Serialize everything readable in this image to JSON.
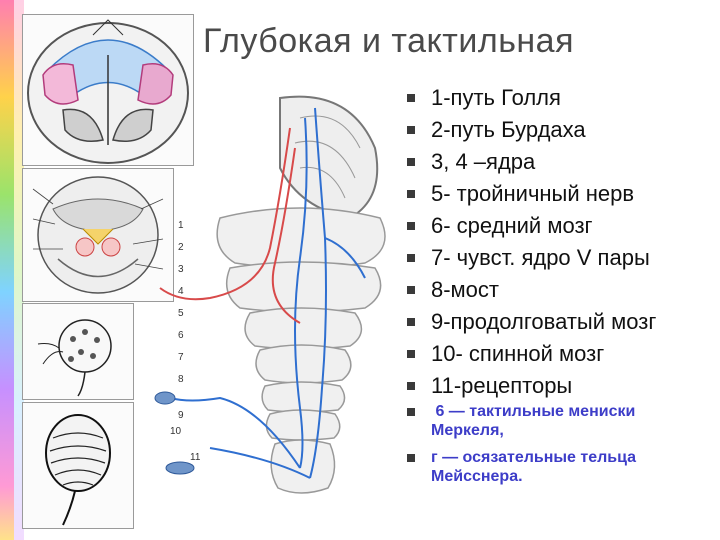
{
  "slide": {
    "title": "Глубокая и тактильная",
    "items": [
      "1-путь Голля",
      "2-путь Бурдаха",
      "3, 4 –ядра",
      "5- тройничный нерв",
      "6- средний мозг",
      "7- чувст. ядро V пары",
      "8-мост",
      "9-продолговатый мозг",
      "10- спинной  мозг",
      "11-рецепторы"
    ],
    "notes": [
      " 6 — тактильные мениски Меркеля,",
      "г — осязательные тельца Мейсснера."
    ],
    "figure_numbers": [
      "1",
      "2",
      "3",
      "4",
      "5",
      "6",
      "7",
      "8",
      "9",
      "10",
      "11"
    ],
    "colors": {
      "title": "#4a4a4a",
      "bullet": "#3a3a3a",
      "notes": "#3d3dc8",
      "pathway_blue": "#2f6fd0",
      "pathway_red": "#d84a4a"
    }
  }
}
